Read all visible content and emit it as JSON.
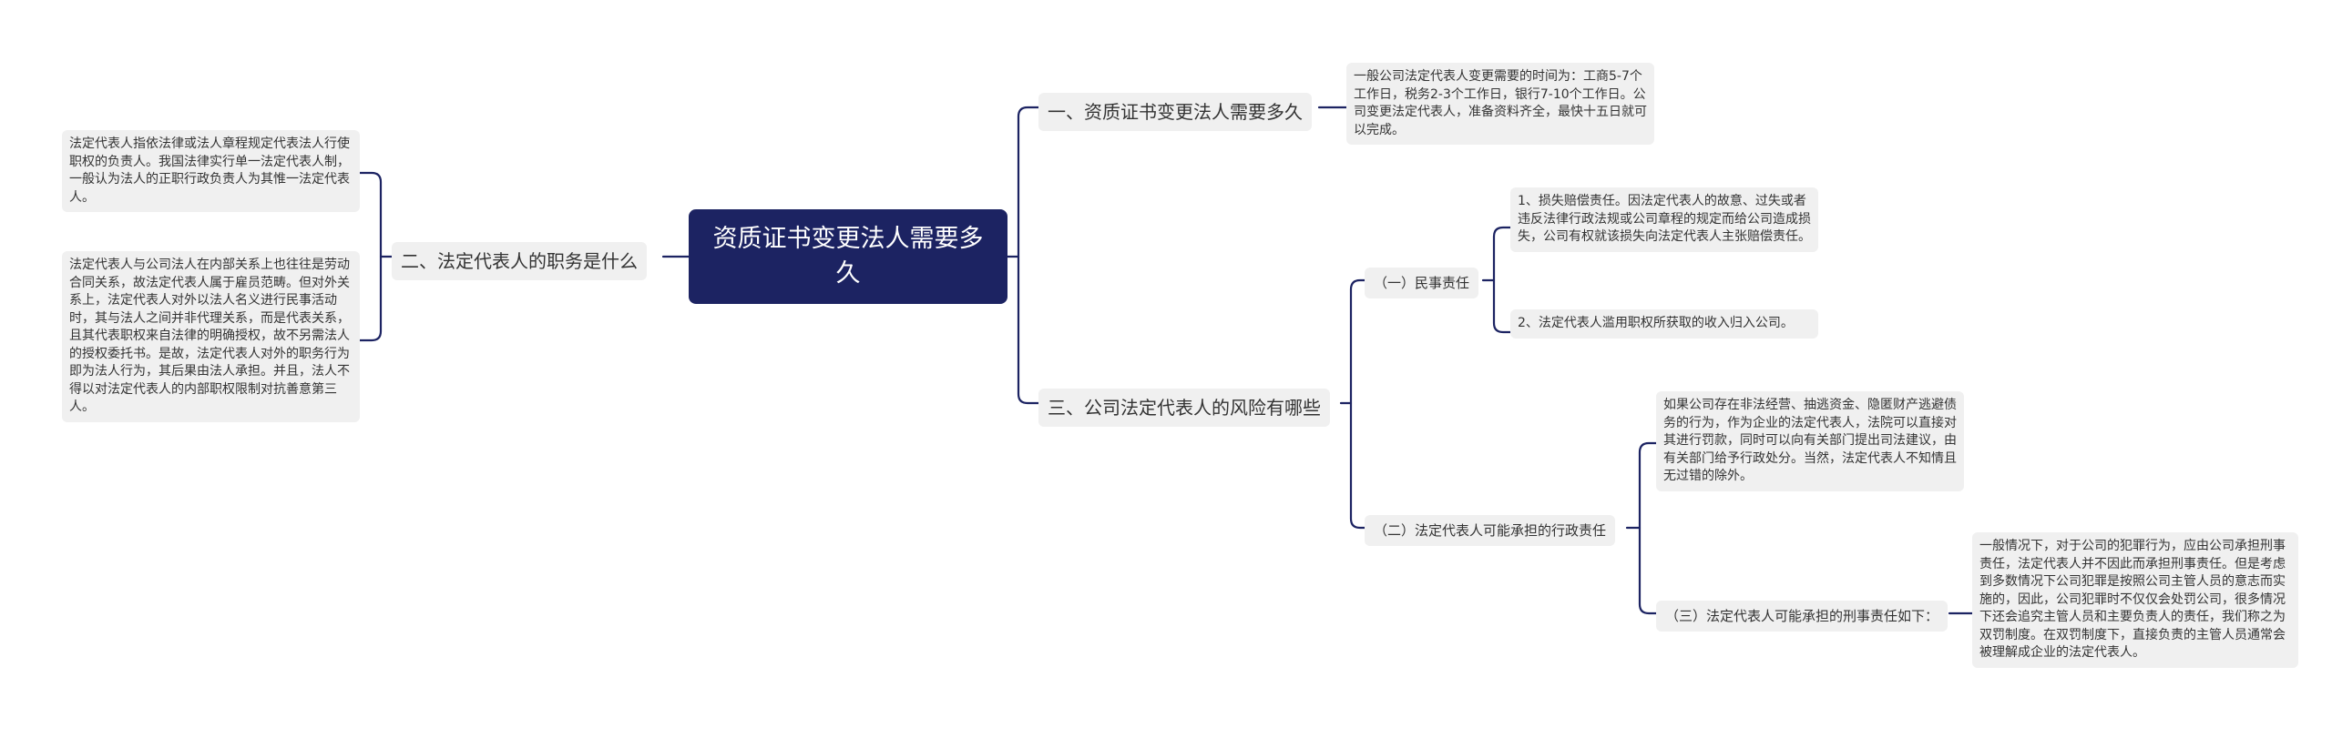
{
  "root": {
    "title": "资质证书变更法人需要多久"
  },
  "branches": {
    "b1": {
      "label": "一、资质证书变更法人需要多久",
      "leaf": "一般公司法定代表人变更需要的时间为：工商5-7个工作日，税务2-3个工作日，银行7-10个工作日。公司变更法定代表人，准备资料齐全，最快十五日就可以完成。"
    },
    "b2": {
      "label": "二、法定代表人的职务是什么",
      "leaf1": "法定代表人指依法律或法人章程规定代表法人行使职权的负责人。我国法律实行单一法定代表人制，一般认为法人的正职行政负责人为其惟一法定代表人。",
      "leaf2": "法定代表人与公司法人在内部关系上也往往是劳动合同关系，故法定代表人属于雇员范畴。但对外关系上，法定代表人对外以法人名义进行民事活动时，其与法人之间并非代理关系，而是代表关系，且其代表职权来自法律的明确授权，故不另需法人的授权委托书。是故，法定代表人对外的职务行为即为法人行为，其后果由法人承担。并且，法人不得以对法定代表人的内部职权限制对抗善意第三人。"
    },
    "b3": {
      "label": "三、公司法定代表人的风险有哪些",
      "civil": {
        "label": "（一）民事责任",
        "leaf1": "1、损失赔偿责任。因法定代表人的故意、过失或者违反法律行政法规或公司章程的规定而给公司造成损失，公司有权就该损失向法定代表人主张赔偿责任。",
        "leaf2": "2、法定代表人滥用职权所获取的收入归入公司。"
      },
      "admin": {
        "label": "（二）法定代表人可能承担的行政责任",
        "leaf": "如果公司存在非法经营、抽逃资金、隐匿财产逃避债务的行为，作为企业的法定代表人，法院可以直接对其进行罚款，同时可以向有关部门提出司法建议，由有关部门给予行政处分。当然，法定代表人不知情且无过错的除外。",
        "criminal": {
          "label": "（三）法定代表人可能承担的刑事责任如下：",
          "leaf": "一般情况下，对于公司的犯罪行为，应由公司承担刑事责任，法定代表人并不因此而承担刑事责任。但是考虑到多数情况下公司犯罪是按照公司主管人员的意志而实施的，因此，公司犯罪时不仅仅会处罚公司，很多情况下还会追究主管人员和主要负责人的责任，我们称之为双罚制度。在双罚制度下，直接负责的主管人员通常会被理解成企业的法定代表人。"
        }
      }
    }
  },
  "colors": {
    "root_bg": "#1c2362",
    "line": "#1c2362",
    "node_bg": "#f0f0f0"
  }
}
